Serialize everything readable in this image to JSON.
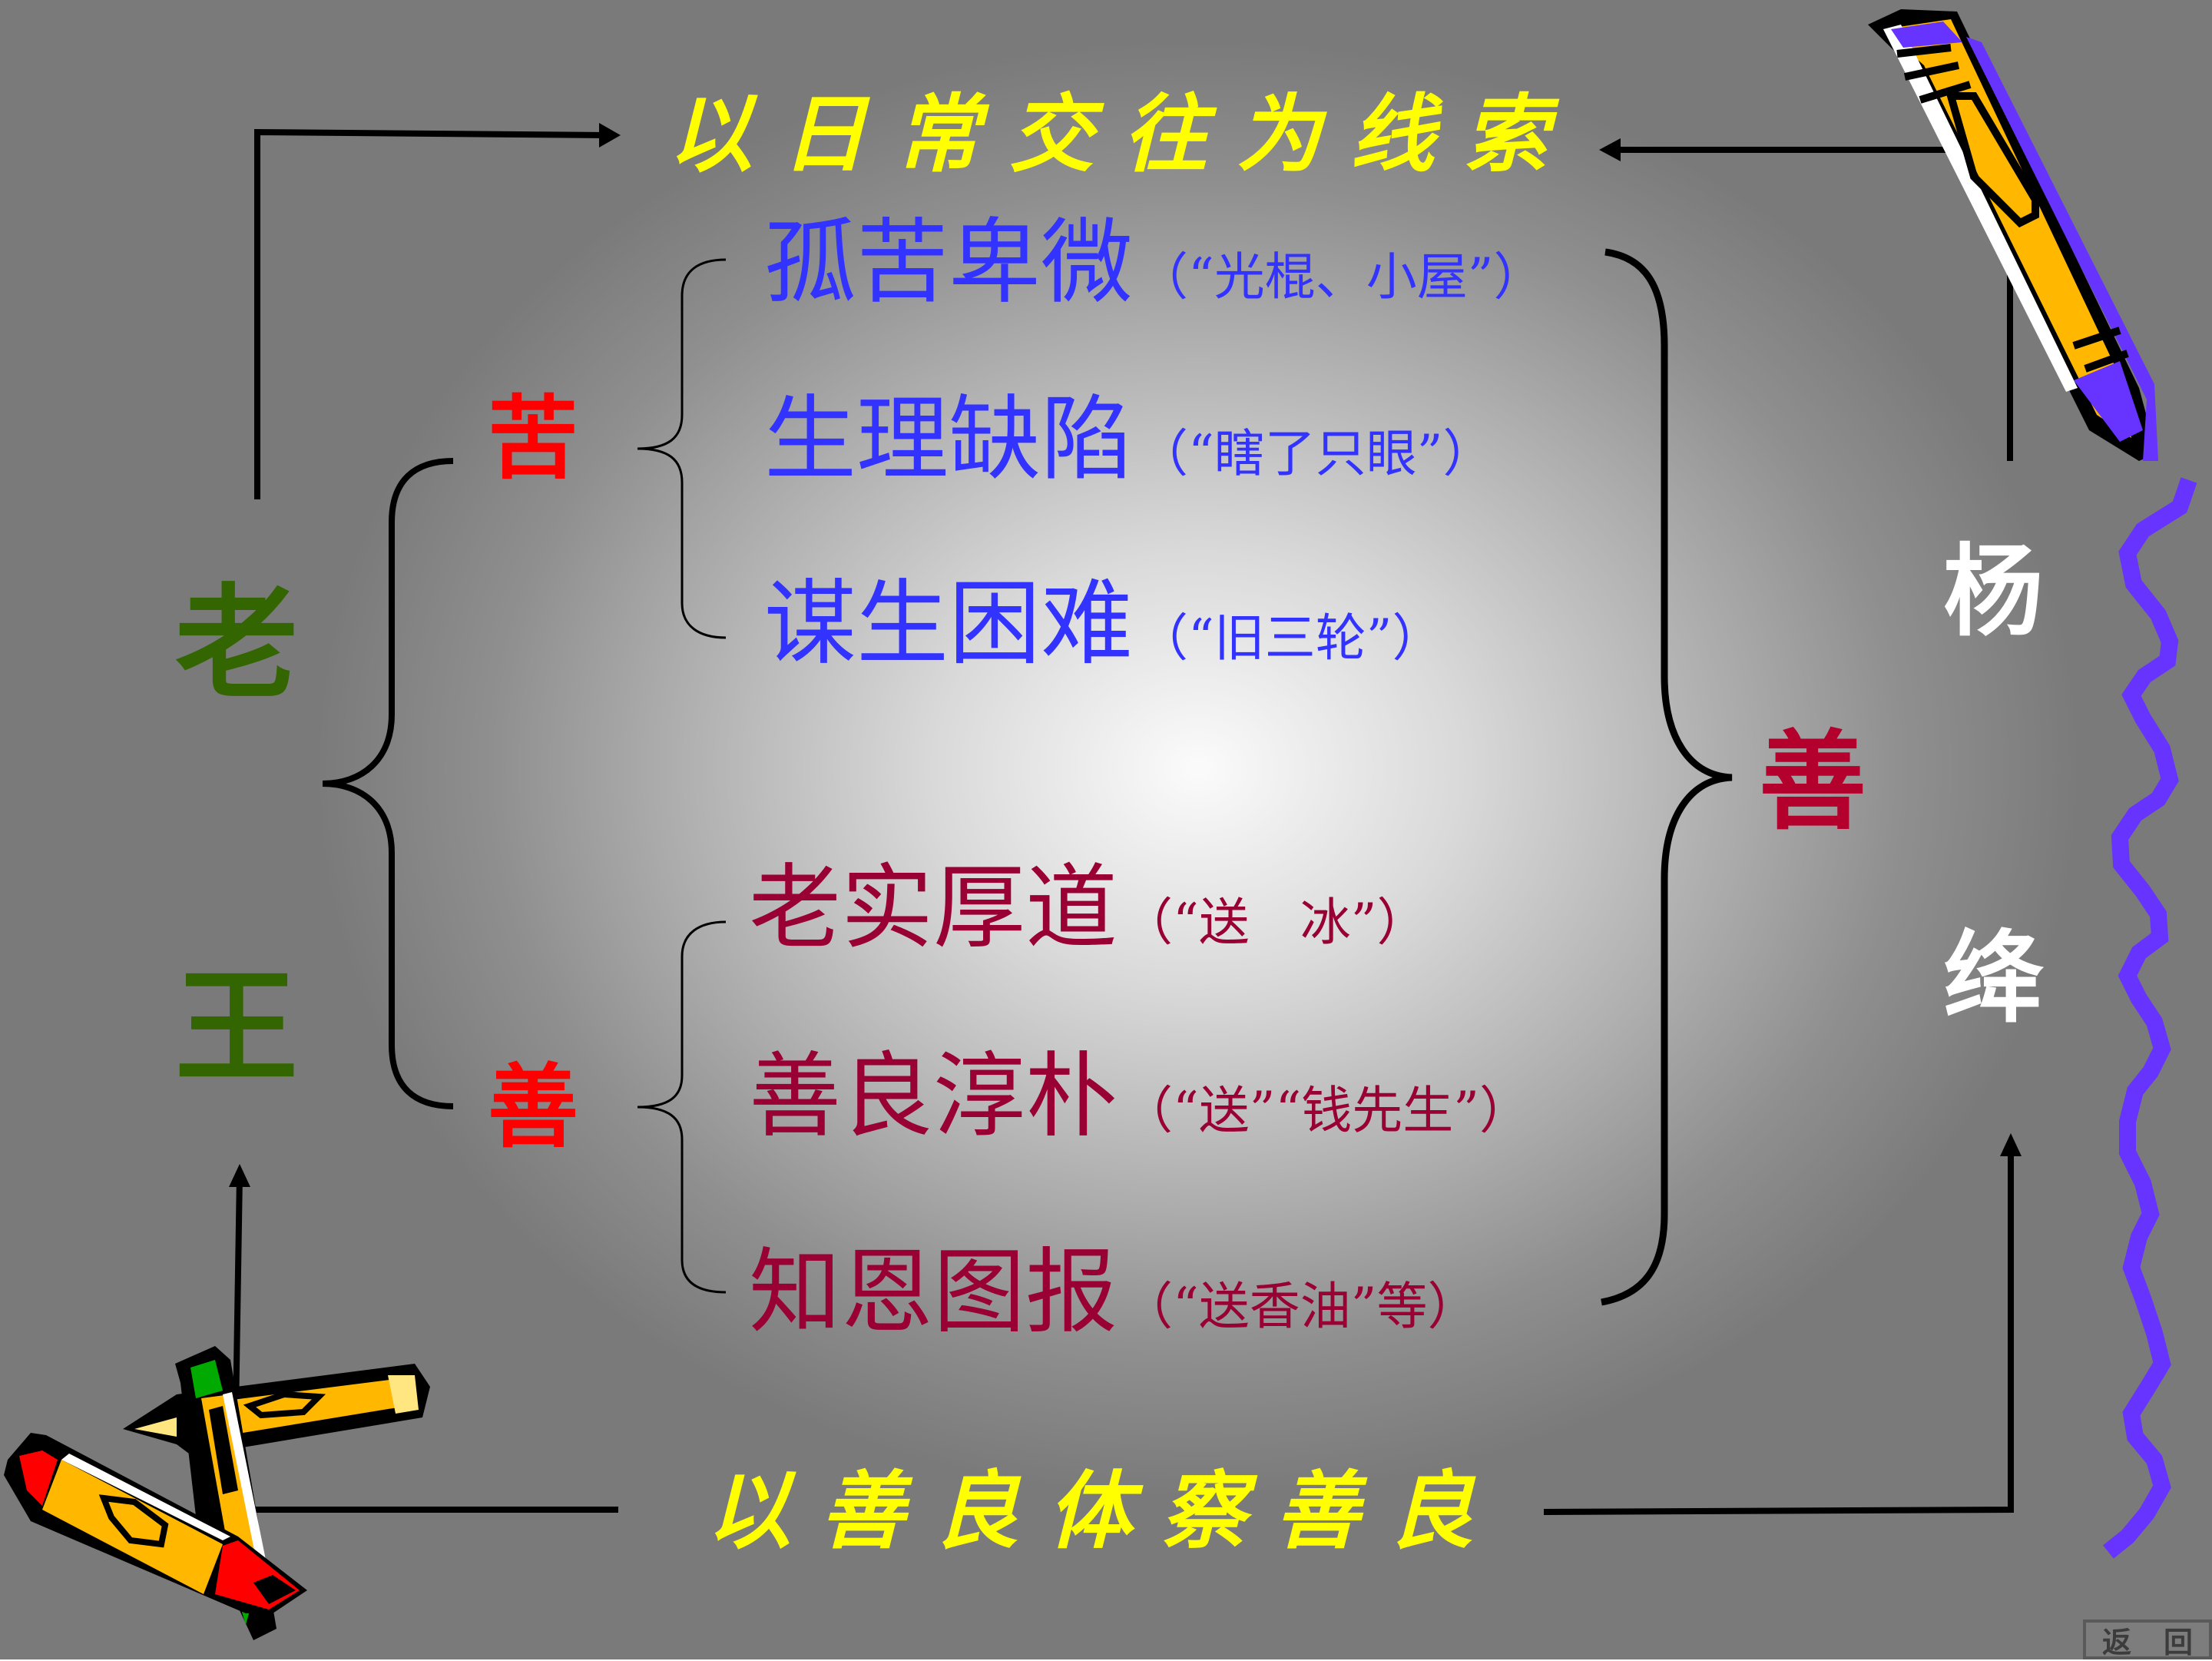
{
  "slide": {
    "top_title": "以日常交往为线索",
    "bottom_title": "以善良体察善良",
    "subject_left": {
      "char1": "老",
      "char2": "王"
    },
    "subject_right": {
      "char1": "杨",
      "char2": "绛"
    },
    "branch_labels": {
      "hardship": "苦",
      "kindness": "善"
    },
    "right_conclusion": "善",
    "hardship_items": [
      {
        "main": "孤苦卑微",
        "note": "（“光棍、小屋”）"
      },
      {
        "main": "生理缺陷",
        "note": "（“瞎了只眼”）"
      },
      {
        "main": "谋生困难",
        "note": "（“旧三轮”）"
      }
    ],
    "kindness_items": [
      {
        "main": "老实厚道",
        "note": "（“送　冰”）"
      },
      {
        "main": "善良淳朴",
        "note": "（“送”“钱先生”）"
      },
      {
        "main": "知恩图报",
        "note": "（“送香油”等）"
      }
    ],
    "return_button": {
      "char1": "返",
      "char2": "回"
    },
    "colors": {
      "title": "#ffff00",
      "subject_left": "#336600",
      "branch_label": "#ff0000",
      "hardship_text": "#3333ff",
      "kindness_text": "#990033",
      "conclusion": "#b3002d",
      "subject_right": "#ffffff",
      "wavy_line": "#6633ff",
      "pencil_body": "#ffb700"
    },
    "icons": [
      "pencil-icon",
      "crossed-pencils-icon",
      "wavy-line-decoration",
      "arrow-icon",
      "brace-icon"
    ]
  }
}
